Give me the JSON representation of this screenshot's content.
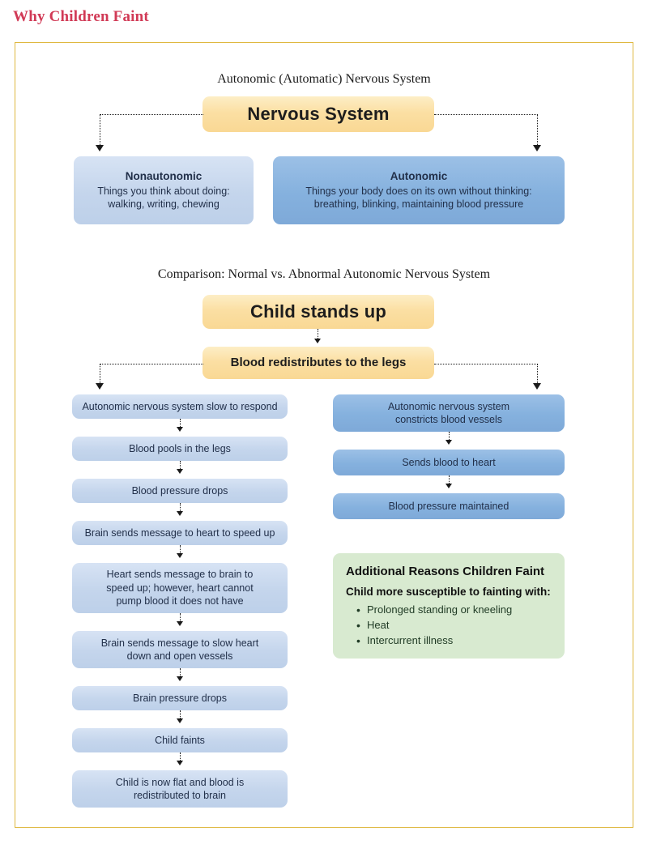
{
  "page": {
    "heading": "Why Children Faint"
  },
  "section_top": {
    "caption": "Autonomic (Automatic) Nervous System",
    "root": "Nervous System",
    "branches": [
      {
        "title": "Nonautonomic",
        "detail": "Things you think about doing:\nwalking, writing, chewing"
      },
      {
        "title": "Autonomic",
        "detail": "Things your body does on its own without thinking:\nbreathing, blinking, maintaining blood pressure"
      }
    ]
  },
  "section_comparison": {
    "caption": "Comparison: Normal vs. Abnormal Autonomic Nervous System",
    "start": "Child stands up",
    "second": "Blood redistributes to the legs",
    "abnormal_branch": [
      "Autonomic nervous system slow to respond",
      "Blood pools in the legs",
      "Blood pressure drops",
      "Brain sends message to heart to speed up",
      "Heart sends message to brain to\nspeed up; however, heart cannot\npump blood it does not have",
      "Brain sends message to slow heart\ndown and open vessels",
      "Brain pressure drops",
      "Child faints",
      "Child is now flat and blood is\nredistributed to brain"
    ],
    "normal_branch": [
      "Autonomic nervous system\nconstricts blood vessels",
      "Sends blood to heart",
      "Blood pressure maintained"
    ]
  },
  "additional_reasons": {
    "title": "Additional Reasons Children Faint",
    "subtitle": "Child more susceptible to fainting with:",
    "items": [
      "Prolonged standing or kneeling",
      "Heat",
      "Intercurrent illness"
    ]
  },
  "colors": {
    "heading": "#d13a56",
    "frame_border": "#dfb840",
    "amber": "#fbdfa3",
    "blue_light": "#c4d5ec",
    "blue_dark": "#85b1de",
    "green_panel": "#d8ead0",
    "node_text": "#22304a"
  }
}
